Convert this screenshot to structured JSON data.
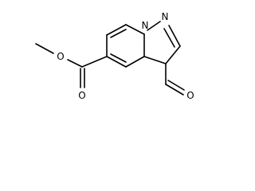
{
  "molecule": {
    "atom_labels": {
      "N1": "N",
      "N2": "N",
      "O_ester_single": "O",
      "O_ester_double": "O",
      "O_aldehyde": "O"
    }
  },
  "colors": {
    "bond": "#000000",
    "label": "#000000",
    "background": "#ffffff"
  }
}
